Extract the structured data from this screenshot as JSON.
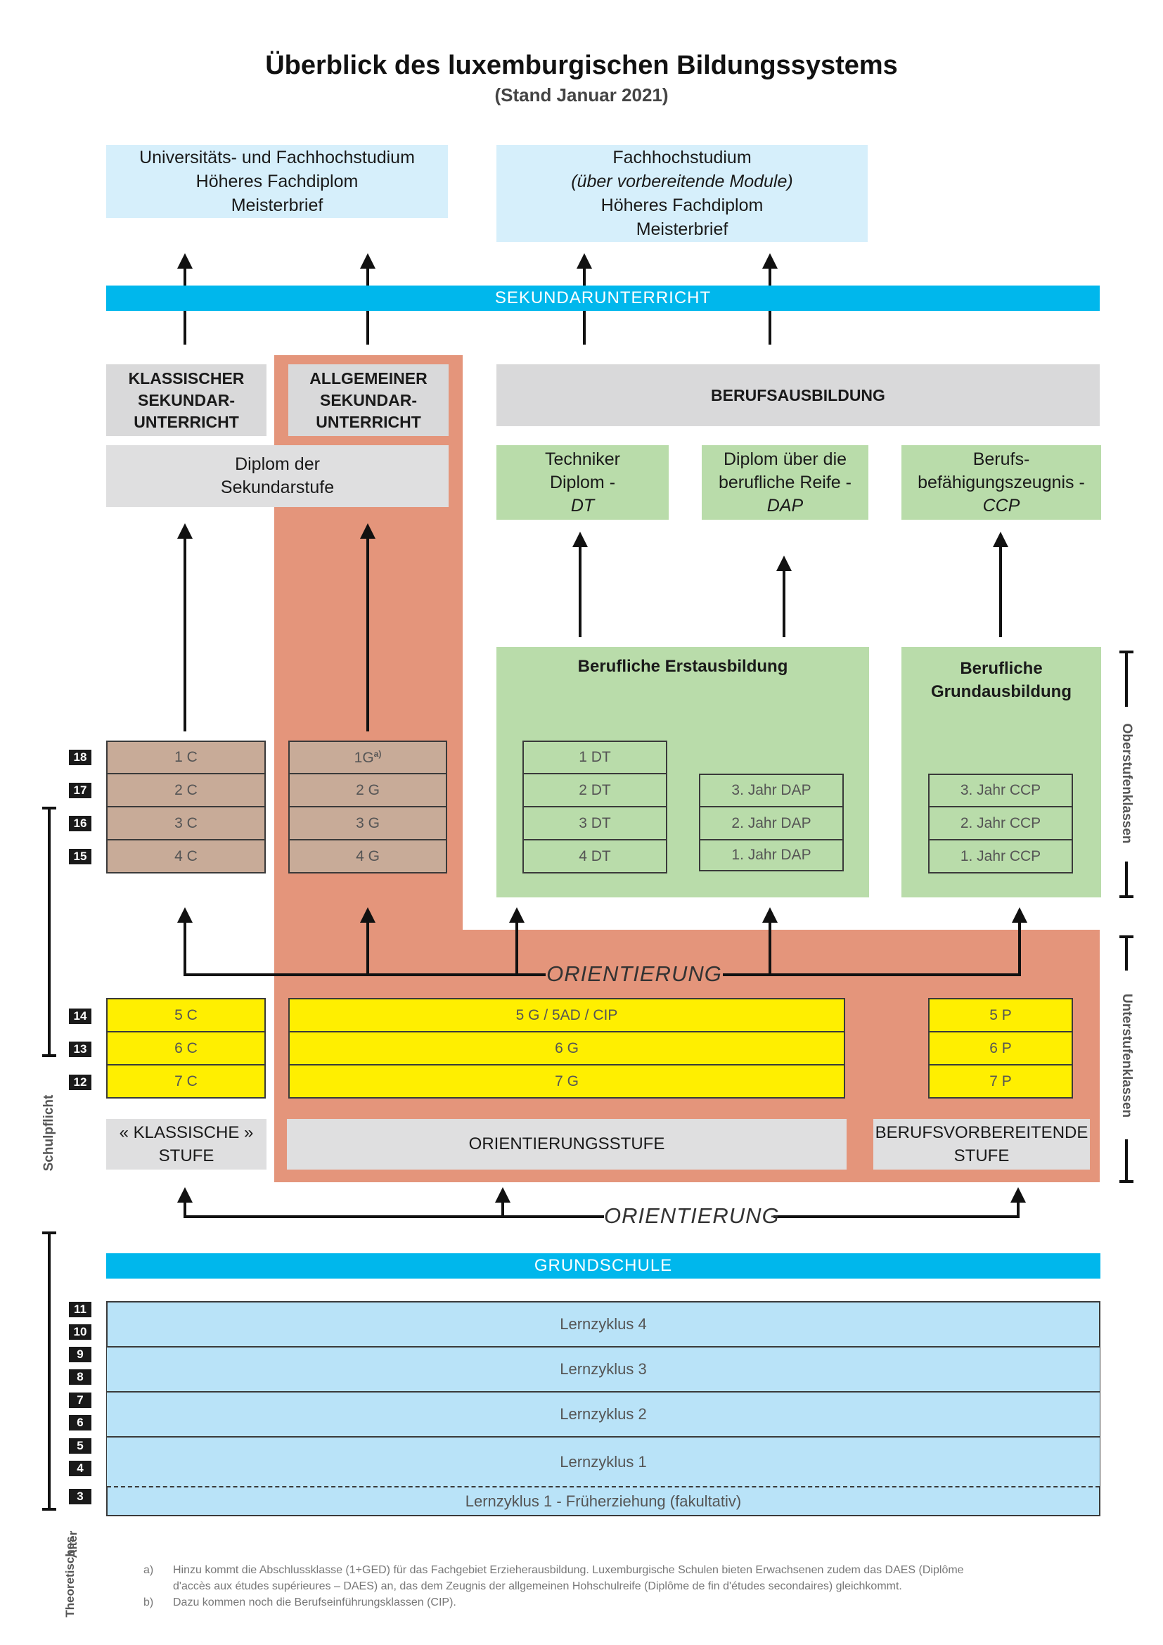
{
  "title": "Überblick des luxemburgischen Bildungssystems",
  "subtitle": "(Stand Januar 2021)",
  "top_boxes": {
    "left": [
      "Universitäts- und Fachhochstudium",
      "Höheres Fachdiplom",
      "Meisterbrief"
    ],
    "right": [
      "Fachhochstudium",
      "(über vorbereitende Module)",
      "Höheres Fachdiplom",
      "Meisterbrief"
    ]
  },
  "bands": {
    "secondary": "SEKUNDARUNTERRICHT",
    "primary": "GRUNDSCHULE"
  },
  "tracks": {
    "classic": "KLASSISCHER SEKUNDAR- UNTERRICHT",
    "general": "ALLGEMEINER SEKUNDAR- UNTERRICHT",
    "vocational": "BERUFSAUSBILDUNG"
  },
  "diploma_secondary": [
    "Diplom der",
    "Sekundarstufe"
  ],
  "diplomas": {
    "dt": [
      "Techniker",
      "Diplom -",
      "DT"
    ],
    "dap": [
      "Diplom über die",
      "berufliche Reife -",
      "DAP"
    ],
    "ccp": [
      "Berufs-",
      "befähigungszeugnis -",
      "CCP"
    ]
  },
  "training": {
    "initial": "Berufliche Erstausbildung",
    "basic_1": "Berufliche",
    "basic_2": "Grundausbildung"
  },
  "classes": {
    "classic_upper": [
      "1 C",
      "2 C",
      "3 C",
      "4 C"
    ],
    "general_upper": [
      "1G",
      "2 G",
      "3 G",
      "4 G"
    ],
    "general_upper_note": "a)",
    "dt": [
      "1 DT",
      "2 DT",
      "3 DT",
      "4 DT"
    ],
    "dap": [
      "3. Jahr DAP",
      "2. Jahr DAP",
      "1. Jahr DAP"
    ],
    "ccp": [
      "3. Jahr CCP",
      "2. Jahr CCP",
      "1. Jahr CCP"
    ],
    "classic_lower": [
      "5 C",
      "6 C",
      "7 C"
    ],
    "general_lower": [
      "5 G / 5AD / CIP",
      "6 G",
      "7 G"
    ],
    "prep_lower": [
      "5 P",
      "6 P",
      "7 P"
    ]
  },
  "stages": {
    "classic": [
      "« KLASSISCHE »",
      "STUFE"
    ],
    "orientation": "ORIENTIERUNGSSTUFE",
    "prep": [
      "BERUFSVORBEREITENDE",
      "STUFE"
    ]
  },
  "orientation_label": "ORIENTIERUNG",
  "cycles": [
    "Lernzyklus 4",
    "Lernzyklus 3",
    "Lernzyklus 2",
    "Lernzyklus 1",
    "Lernzyklus 1 - Früherziehung (fakultativ)"
  ],
  "ages": [
    "18",
    "17",
    "16",
    "15",
    "14",
    "13",
    "12",
    "11",
    "10",
    "9",
    "8",
    "7",
    "6",
    "5",
    "4",
    "3"
  ],
  "side_labels": {
    "upper": "Oberstufenklassen",
    "lower": "Unterstufenklassen",
    "compulsory": "Schulpflicht",
    "age_1": "Theoretisches",
    "age_2": "Alter"
  },
  "footnotes": {
    "a_marker": "a)",
    "a_line1": "Hinzu kommt die Abschlussklasse (1+GED) für das Fachgebiet Erzieherausbildung. Luxemburgische Schulen bieten Erwachsenen zudem das DAES (Diplôme",
    "a_line2": "d'accès aux études supérieures – DAES) an, das dem Zeugnis der allgemeinen Hohschulreife (Diplôme de fin d'études secondaires) gleichkommt.",
    "b_marker": "b)",
    "b_line1": "Dazu kommen noch die Berufseinführungsklassen (CIP)."
  },
  "colors": {
    "band": "#00b7ec",
    "orange": "#e4957b",
    "green": "#b9dcaa",
    "grey": "#dfdfe0",
    "brown": "#c8ab98",
    "yellow": "#ffef00",
    "lightblue": "#b9e3f8"
  }
}
